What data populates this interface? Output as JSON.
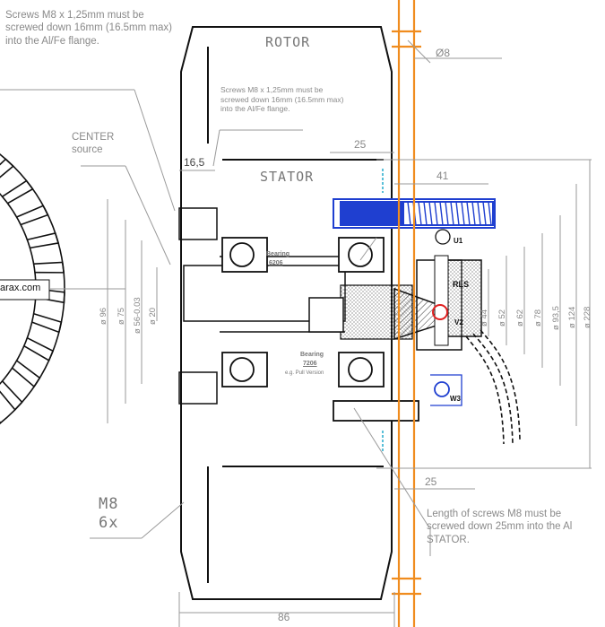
{
  "notes": {
    "top_left": "Screws M8 x 1,25mm must be screwed down 16mm (16.5mm max) into the Al/Fe flange.",
    "rotor_inner": "Screws M8 x 1,25mm must be screwed down 16mm (16.5mm max) into the Al/Fe flange.",
    "stator_screws": "Length of screws  M8 must be screwed down 25mm into the Al STATOR."
  },
  "labels": {
    "rotor": "ROTOR",
    "stator": "STATOR",
    "center_source": "CENTER source",
    "rls": "RLS",
    "bearing_top": "Bearing",
    "bearing_top_num": "6206",
    "bearing_bottom": "Bearing",
    "bearing_bottom_num": "7206",
    "bearing_bottom_note": "e.g. Pull Version",
    "m8": "M8",
    "m8_count": "6x",
    "brand_fragment": "arax.com",
    "marker_v1": "U1",
    "marker_v2": "V2",
    "marker_w3": "W3"
  },
  "dimensions": {
    "d8": "Ø8",
    "d25_top": "25",
    "d41": "41",
    "d16_5": "16,5",
    "d25_bottom": "25",
    "d86": "86",
    "left_diameters": [
      "ø 96",
      "ø 75",
      "ø 56-0.03",
      "ø 20"
    ],
    "right_diameters": [
      "ø 44",
      "ø 52",
      "ø 62",
      "ø 78",
      "ø 93,5",
      "ø 124",
      "ø 228"
    ]
  },
  "colors": {
    "line": "#111111",
    "dim_line": "#9a9a9a",
    "orange": "#f08c1e",
    "blue": "#1f3fd0",
    "red": "#e02020",
    "cyan": "#22aacc"
  }
}
